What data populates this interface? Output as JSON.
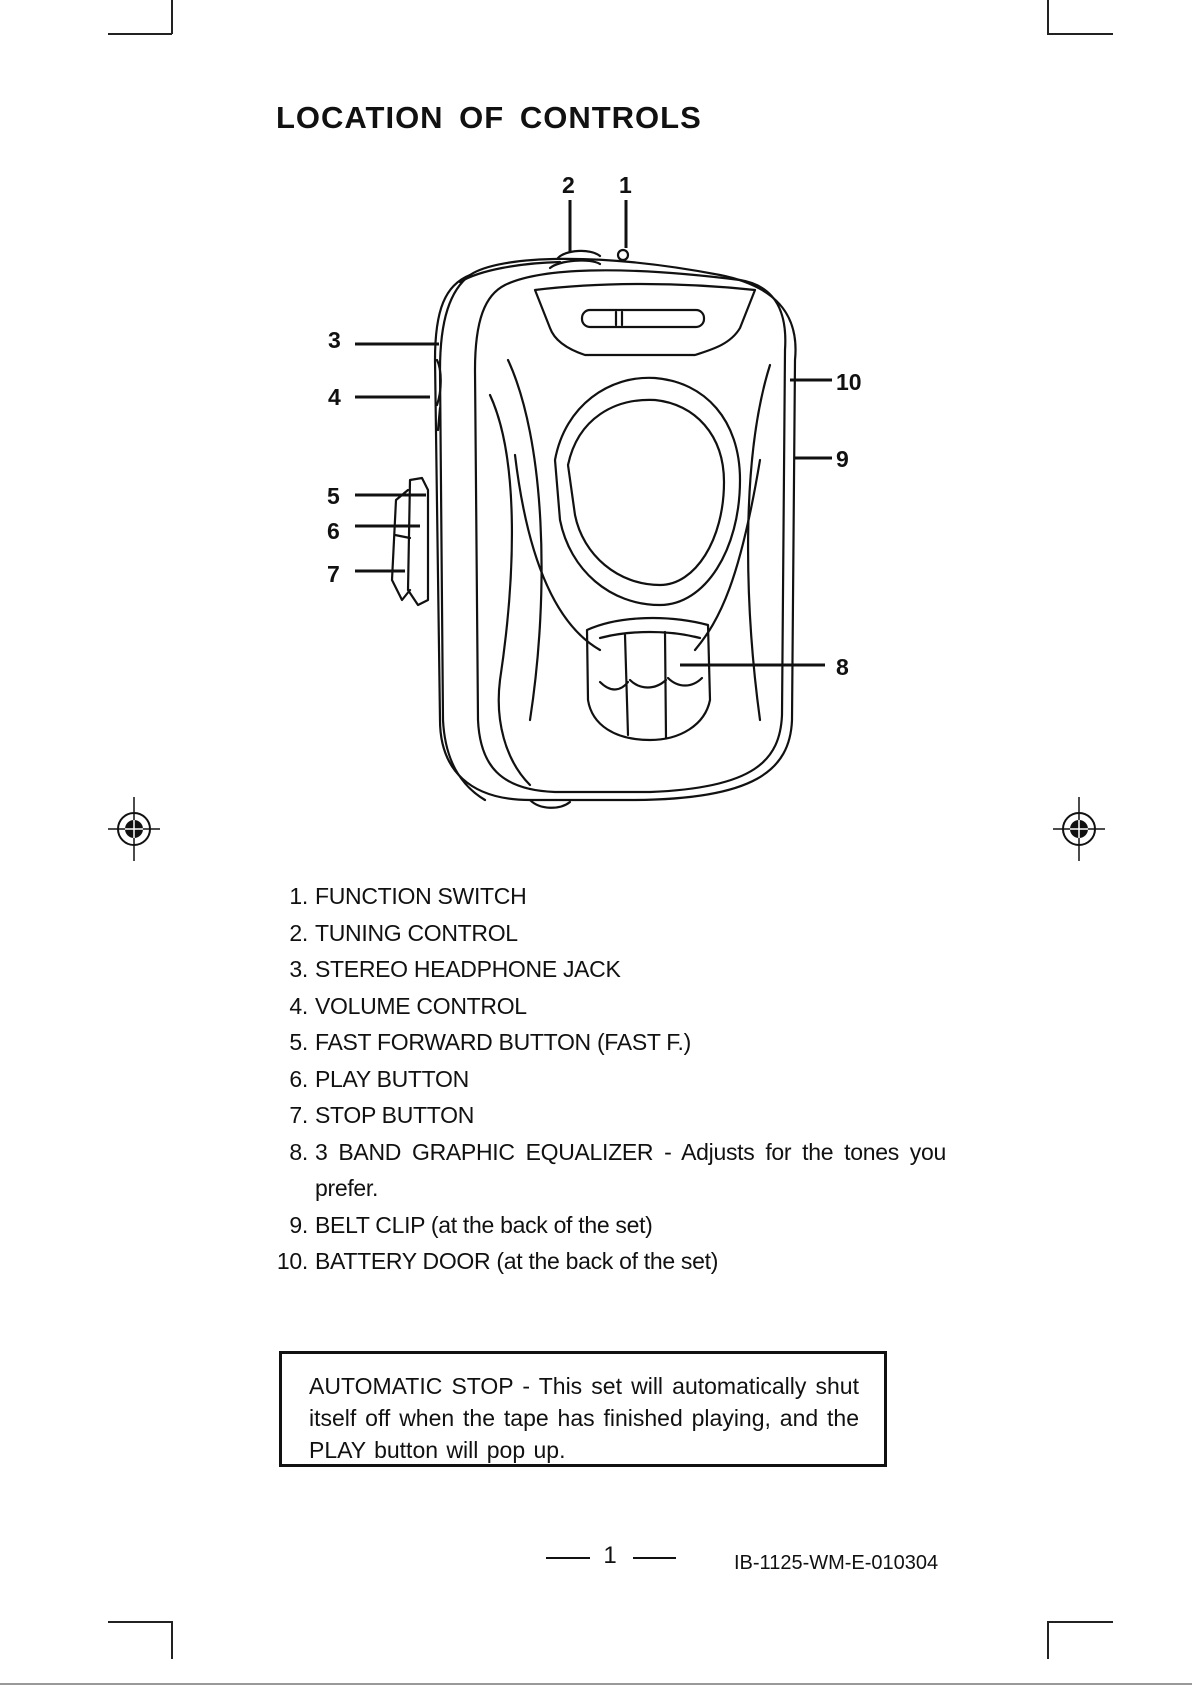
{
  "page": {
    "title": "LOCATION OF CONTROLS"
  },
  "figure": {
    "device": "personal cassette player",
    "callouts": [
      "1",
      "2",
      "3",
      "4",
      "5",
      "6",
      "7",
      "8",
      "9",
      "10"
    ]
  },
  "controls": [
    {
      "num": "1.",
      "text": "FUNCTION SWITCH"
    },
    {
      "num": "2.",
      "text": "TUNING CONTROL"
    },
    {
      "num": "3.",
      "text": "STEREO HEADPHONE JACK"
    },
    {
      "num": "4.",
      "text": "VOLUME CONTROL"
    },
    {
      "num": "5.",
      "text": "FAST FORWARD BUTTON (FAST F.)"
    },
    {
      "num": "6.",
      "text": "PLAY BUTTON"
    },
    {
      "num": "7.",
      "text": "STOP BUTTON"
    },
    {
      "num": "8.",
      "text": "3 BAND GRAPHIC EQUALIZER - Adjusts for the tones you prefer."
    },
    {
      "num": "9.",
      "text": "BELT CLIP (at the back of the set)"
    },
    {
      "num": "10.",
      "text": "BATTERY DOOR (at the back of the set)"
    }
  ],
  "notice": {
    "text": "AUTOMATIC STOP - This set will automatically shut itself off when the tape has finished playing, and the PLAY button will pop up."
  },
  "footer": {
    "page_number": "1",
    "doc_id": "IB-1125-WM-E-010304"
  }
}
